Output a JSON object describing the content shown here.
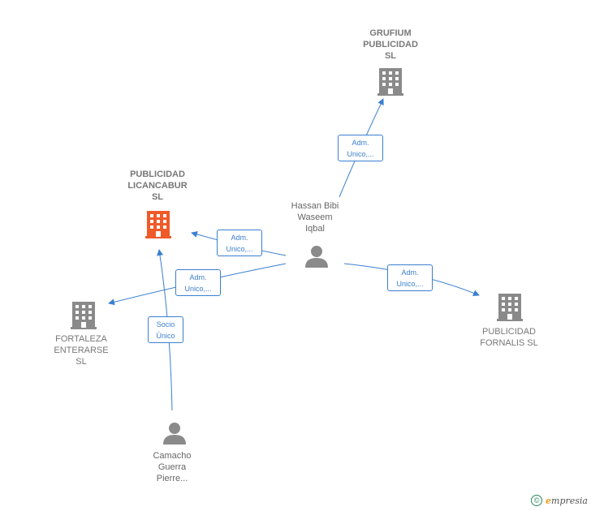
{
  "colors": {
    "edge": "#3a7fd0",
    "main_company": "#f05a28",
    "company": "#8a8a8a",
    "person": "#8a8a8a"
  },
  "nodes": {
    "grufium": {
      "label": "GRUFIUM\nPUBLICIDAD\nSL",
      "icon": "building-icon"
    },
    "licancabur": {
      "label": "PUBLICIDAD\nLICANCABUR\nSL",
      "icon": "building-icon"
    },
    "fortaleza": {
      "label": "FORTALEZA\nENTERARSE\nSL",
      "icon": "building-icon"
    },
    "fornalis": {
      "label": "PUBLICIDAD\nFORNALIS  SL",
      "icon": "building-icon"
    },
    "hassan": {
      "label": "Hassan Bibi\nWaseem\nIqbal",
      "icon": "person-icon"
    },
    "camacho": {
      "label": "Camacho\nGuerra\nPierre...",
      "icon": "person-icon"
    }
  },
  "edges": {
    "to_grufium": "Adm.\nUnico,...",
    "to_licancabur": "Adm.\nUnico,...",
    "to_fortaleza": "Adm.\nUnico,...",
    "to_fornalis": "Adm.\nUnico,...",
    "camacho_to_licancabur": "Socio\nÚnico"
  },
  "footer": {
    "copyright_symbol": "©",
    "brand_initial": "e",
    "brand_rest": "mpresia"
  }
}
